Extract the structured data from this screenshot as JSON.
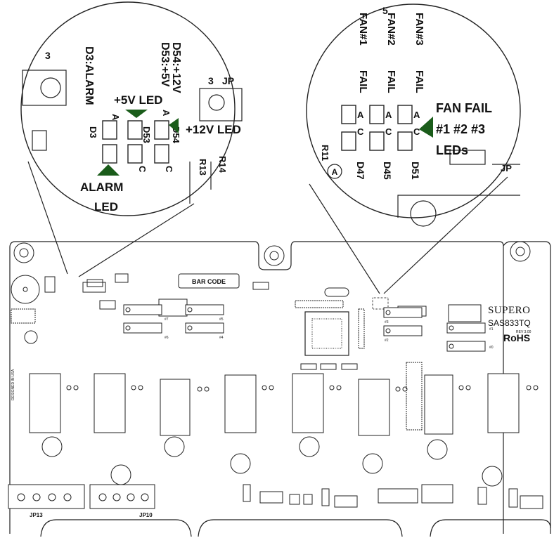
{
  "left_callout": {
    "ref_3": "3",
    "d3_alarm": "D3:ALARM",
    "d54_12v": "D54:+12V",
    "d53_5v": "D53:+5V",
    "jp_3": "3",
    "jp_label": "JP",
    "led_5v": "+5V LED",
    "led_12v": "+12V LED",
    "alarm_led_line1": "ALARM",
    "alarm_led_line2": "LED",
    "d3": "D3",
    "d53": "D53",
    "d54": "D54",
    "r13": "R13",
    "r14": "R14",
    "anode": "A",
    "cathode": "C"
  },
  "right_callout": {
    "fans": [
      {
        "name": "FAN#1",
        "fail": "FAIL",
        "led": "D47"
      },
      {
        "name": "FAN#2",
        "fail": "FAIL",
        "led": "D45"
      },
      {
        "name": "FAN#3",
        "fail": "FAIL",
        "led": "D51"
      }
    ],
    "ref_5": "5",
    "fan_fail_line1": "FAN FAIL",
    "fan_fail_line2": "#1 #2 #3",
    "fan_fail_line3": "LEDs",
    "r11": "R11",
    "circled_a": "A",
    "jp": "JP",
    "anode": "A",
    "cathode": "C"
  },
  "board": {
    "bar_code": "BAR CODE",
    "brand": "SUPERO",
    "model": "SAS833TQ",
    "rev": "REV 3.00",
    "rohs": "RoHS",
    "jp13": "JP13",
    "jp10": "JP10",
    "designed_in_usa": "DESIGNED IN USA",
    "lbl_f1": "#1",
    "lbl_f0": "#0",
    "lbl_f3": "#3",
    "lbl_f2": "#2",
    "lbl_f7": "#7",
    "lbl_f5": "#5",
    "lbl_f6": "#6",
    "lbl_f4": "#4"
  }
}
